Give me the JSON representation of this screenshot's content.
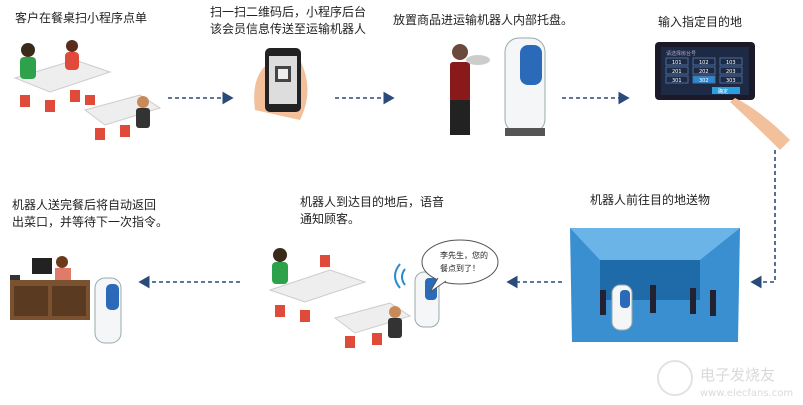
{
  "steps": [
    {
      "text": [
        "客户在餐桌扫小程序点单"
      ]
    },
    {
      "text": [
        "扫一扫二维码后，小程序后台",
        "该会员信息传送至运输机器人"
      ]
    },
    {
      "text": [
        "放置商品进运输机器人内部托盘。"
      ]
    },
    {
      "text": [
        "输入指定目的地"
      ]
    },
    {
      "text": [
        "机器人前往目的地送物"
      ]
    },
    {
      "text": [
        "机器人到达目的地后，语音",
        "通知顾客。"
      ]
    },
    {
      "text": [
        "机器人送完餐后将自动返回",
        "出菜口，并等待下一次指令。"
      ]
    }
  ],
  "tablet": {
    "title": "请选择房台号",
    "rooms": [
      "101",
      "102",
      "103",
      "201",
      "202",
      "203",
      "301",
      "302",
      "303"
    ],
    "selected": "302",
    "confirm": "确定"
  },
  "speech_bubble": [
    "李先生，您的",
    "餐点到了！"
  ],
  "watermark": {
    "name": "电子发烧友",
    "url": "www.elecfans.com"
  },
  "colors": {
    "arrow": "#2a4a7a",
    "robot_accent": "#2a6ab8",
    "table": "#f0f0f0",
    "chair": "#e04a3a",
    "scene_bg": "#3a8fd0"
  }
}
